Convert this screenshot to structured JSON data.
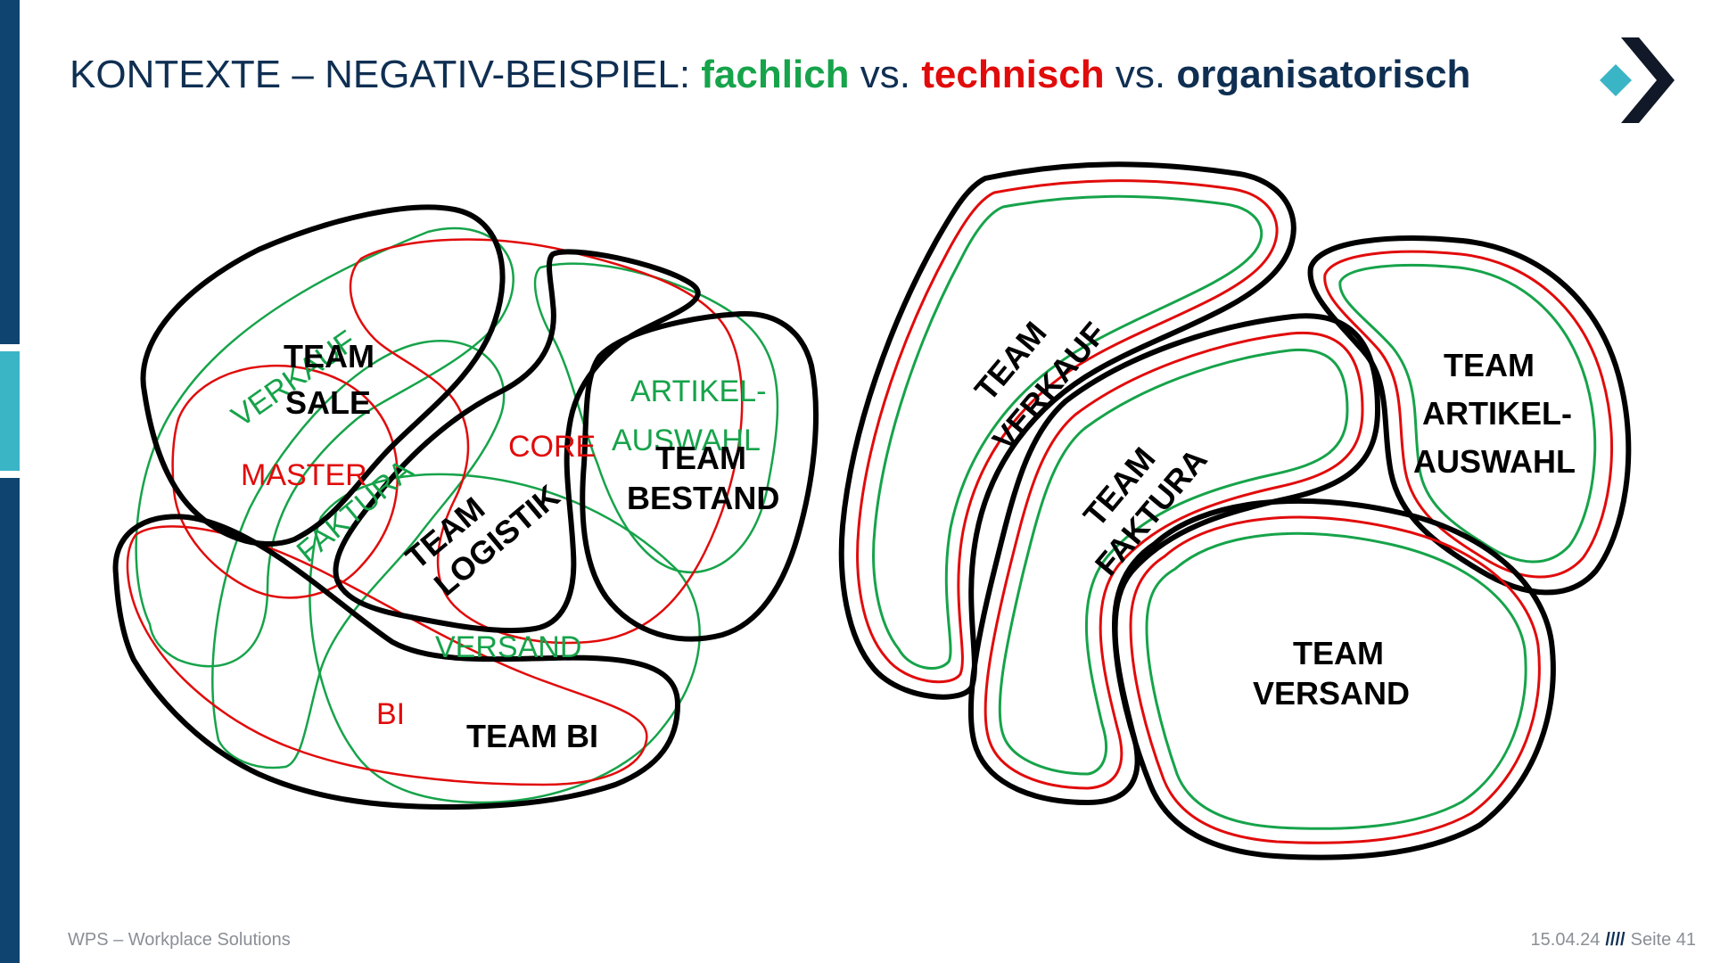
{
  "title": {
    "prefix": "KONTEXTE – NEGATIV-BEISPIEL: ",
    "fachlich": "fachlich",
    "vs1": " vs. ",
    "technisch": "technisch",
    "vs2": " vs. ",
    "organisatorisch": "organisatorisch"
  },
  "colors": {
    "fachlich": "#16a34a",
    "technisch": "#e10b0b",
    "organisatorisch": "#0f2f52",
    "accent": "#3ab5c6"
  },
  "left_diagram": {
    "teams": {
      "sale_1": "TEAM",
      "sale_2": "SALE",
      "logistik_1": "TEAM",
      "logistik_2": "LOGISTIK",
      "bestand_1": "TEAM",
      "bestand_2": "BESTAND",
      "bi": "TEAM BI"
    },
    "fachlich": {
      "verkauf": "VERKAUF",
      "faktura": "FAKTURA",
      "artikel_1": "ARTIKEL-",
      "artikel_2": "AUSWAHL",
      "versand": "VERSAND"
    },
    "technisch": {
      "master": "MASTER",
      "core": "CORE",
      "bi": "BI"
    }
  },
  "right_diagram": {
    "teams": {
      "verkauf_1": "TEAM",
      "verkauf_2": "VERKAUF",
      "faktura_1": "TEAM",
      "faktura_2": "FAKTURA",
      "artikel_1": "TEAM",
      "artikel_2": "ARTIKEL-",
      "artikel_3": "AUSWAHL",
      "versand_1": "TEAM",
      "versand_2": "VERSAND"
    }
  },
  "footer": {
    "company": "WPS – Workplace Solutions",
    "date": "15.04.24",
    "separator": "////",
    "page": "Seite 41"
  },
  "logo": {
    "icon": "wps-chevron-logo"
  }
}
